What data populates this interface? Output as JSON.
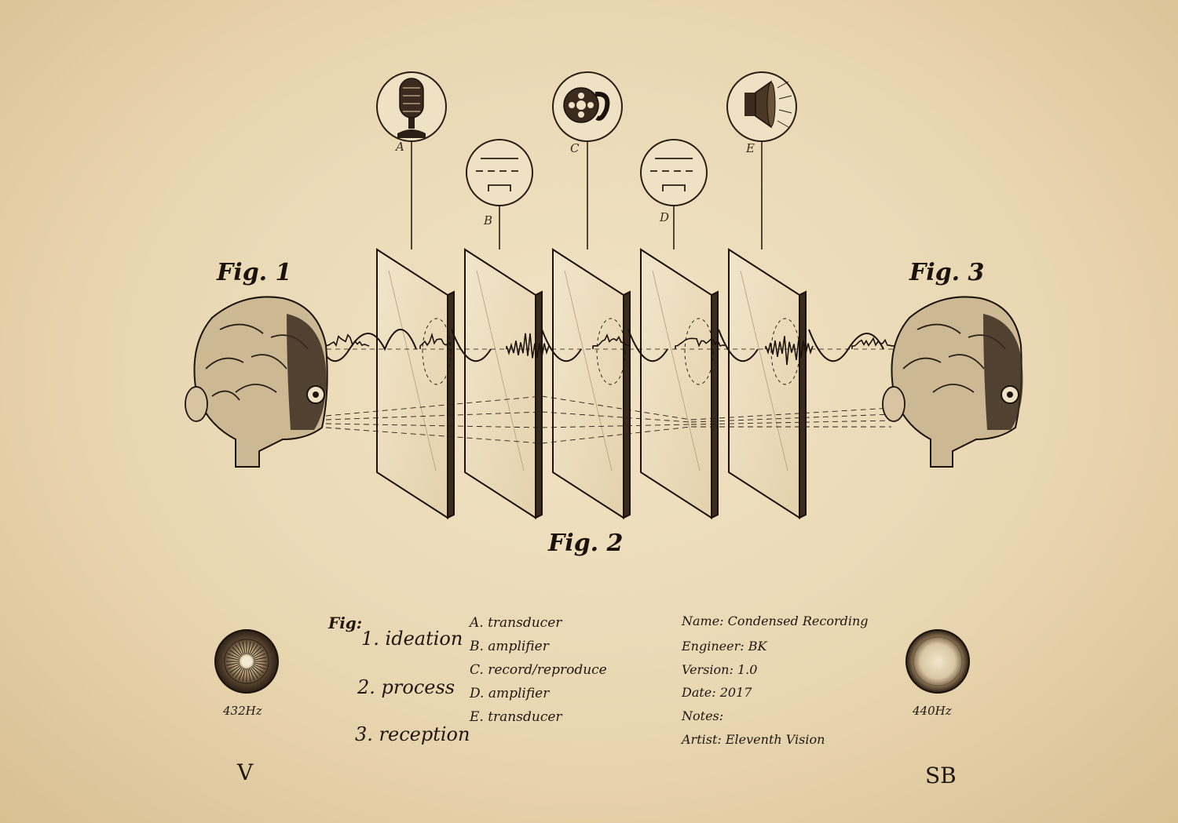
{
  "figures": {
    "fig1": "Fig. 1",
    "fig2": "Fig. 2",
    "fig3": "Fig. 3"
  },
  "device_labels": [
    "A",
    "B",
    "C",
    "D",
    "E"
  ],
  "icons": {
    "a": "microphone-icon",
    "b": "vacuum-tube-icon",
    "c": "film-reel-icon",
    "d": "vacuum-tube-icon",
    "e": "speaker-icon"
  },
  "legend": {
    "heading": "Fig:",
    "stages": [
      "1. ideation",
      "2. process",
      "3. reception"
    ],
    "components": [
      "A. transducer",
      "B. amplifier",
      "C. record/reproduce",
      "D. amplifier",
      "E. transducer"
    ]
  },
  "metadata": {
    "name": "Name: Condensed Recording",
    "engineer": "Engineer: BK",
    "version": "Version: 1.0",
    "date": "Date: 2017",
    "notes": "Notes:",
    "artist": "Artist: Eleventh Vision"
  },
  "frequencies": {
    "left": "432Hz",
    "right": "440Hz"
  },
  "monograms": {
    "left": "V",
    "right": "SB"
  },
  "colors": {
    "paper": "#ead9b6",
    "ink": "#1f1710"
  }
}
